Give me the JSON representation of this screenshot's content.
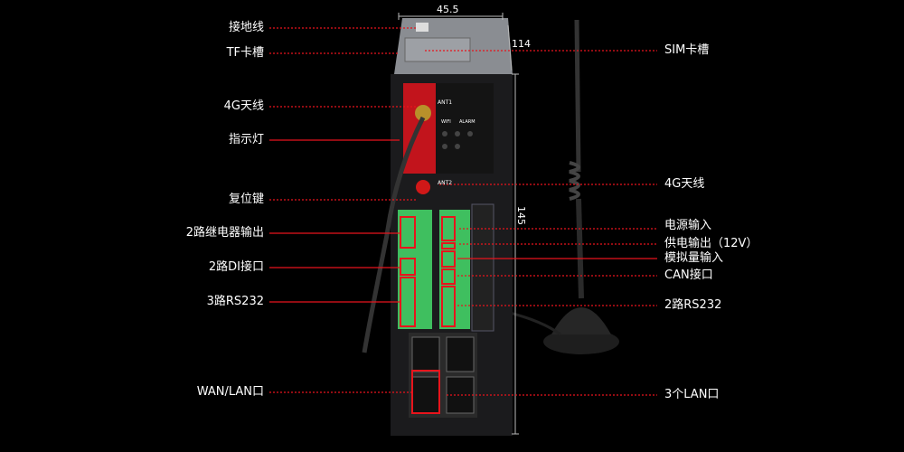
{
  "dimensions": {
    "width": "45.5",
    "depth": "114",
    "height": "145"
  },
  "left_labels": [
    "接地线",
    "TF卡槽",
    "4G天线",
    "指示灯",
    "复位键",
    "2路继电器输出",
    "2路DI接口",
    "3路RS232",
    "WAN/LAN口"
  ],
  "right_labels": [
    "SIM卡槽",
    "4G天线",
    "电源输入",
    "供电输出（12V）",
    "模拟量输入",
    "CAN接口",
    "2路RS232",
    "3个LAN口"
  ],
  "device": {
    "ant1": "ANT1",
    "ant2": "ANT2",
    "wifi": "WIFI",
    "alarm": "ALARM"
  },
  "colors": {
    "annotation": "#e8141c",
    "terminal": "#3fbf5f",
    "body": "#1b1b1d",
    "top": "#8a8d92"
  }
}
